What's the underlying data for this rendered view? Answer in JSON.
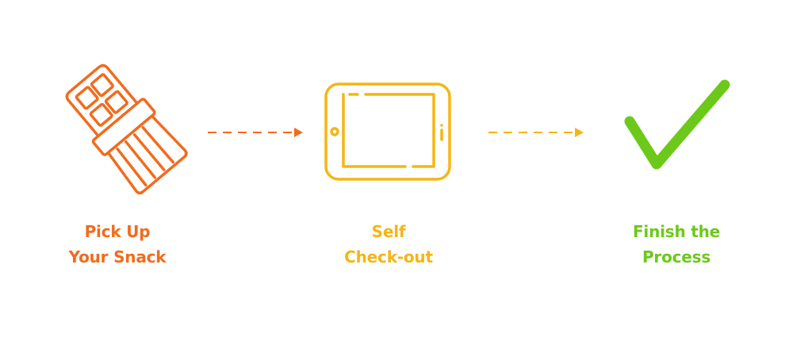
{
  "steps": [
    {
      "line1": "Pick Up",
      "line2": "Your Snack",
      "icon": "snack-bar-icon",
      "color": "#f26b1d"
    },
    {
      "line1": "Self",
      "line2": "Check-out",
      "icon": "tablet-icon",
      "color": "#f5b514"
    },
    {
      "line1": "Finish the",
      "line2": "Process",
      "icon": "checkmark-icon",
      "color": "#6cc91a"
    }
  ]
}
